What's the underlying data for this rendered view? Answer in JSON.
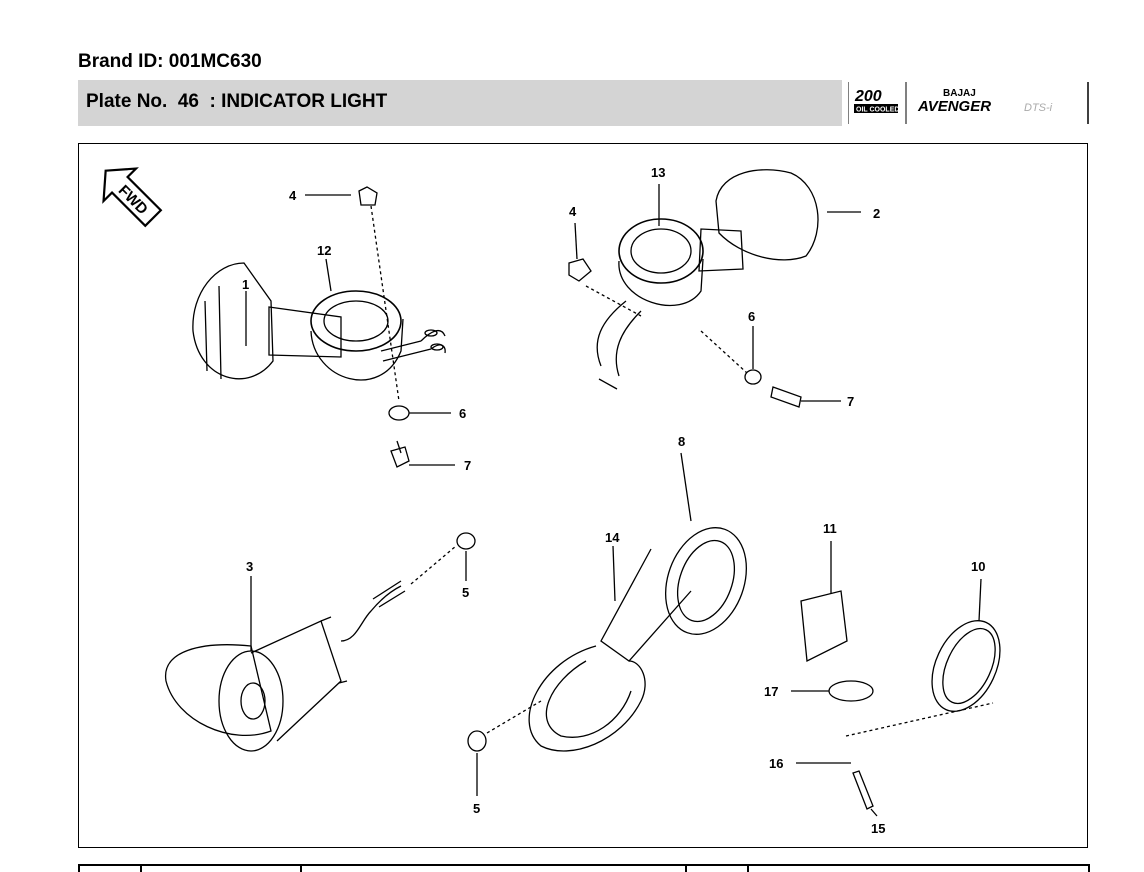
{
  "header": {
    "brand_id": "Brand ID: 001MC630",
    "plate_title": "Plate No.  46  : INDICATOR LIGHT"
  },
  "logo": {
    "badge_number": "200",
    "badge_sub": "OIL COOLED",
    "maker": "BAJAJ",
    "model": "AVENGER",
    "variant": "DTS-i"
  },
  "diagram": {
    "fwd_label": "FWD",
    "callouts": [
      "1",
      "2",
      "3",
      "4",
      "4",
      "5",
      "5",
      "6",
      "6",
      "7",
      "7",
      "8",
      "10",
      "11",
      "12",
      "13",
      "14",
      "15",
      "16",
      "17"
    ]
  },
  "colors": {
    "title_bar": "#d4d4d4",
    "line": "#000000"
  }
}
